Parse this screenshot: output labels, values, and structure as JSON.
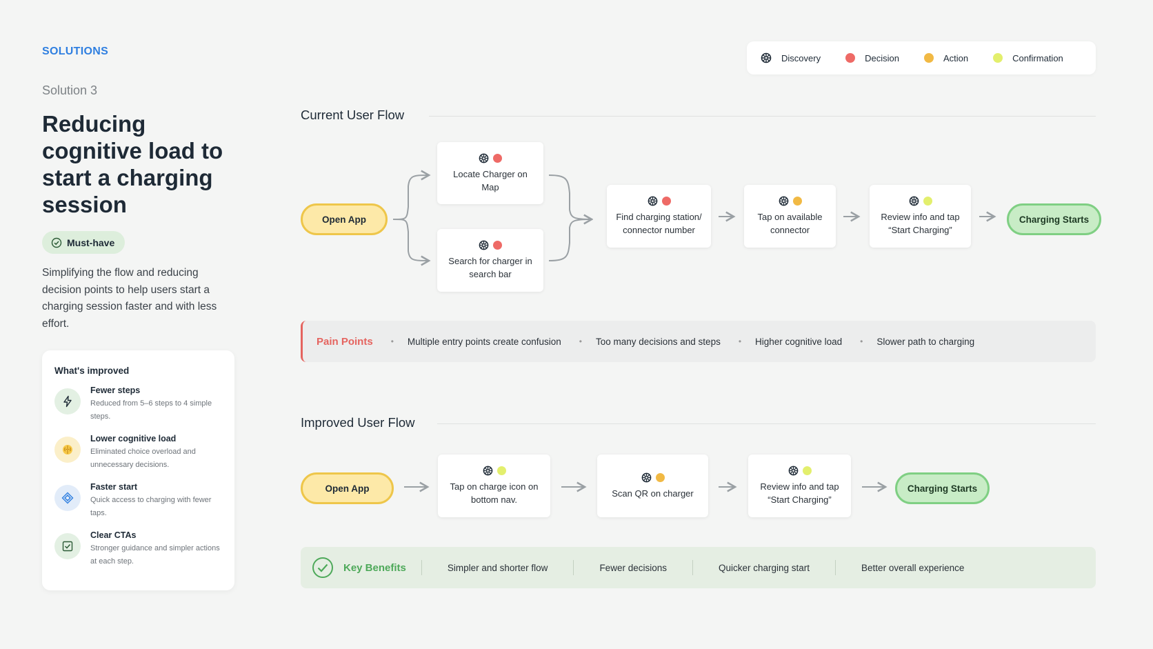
{
  "header": {
    "eyebrow": "SOLUTIONS",
    "subtitle": "Solution 3",
    "title": "Reducing cognitive load to start a charging session",
    "badge": "Must-have",
    "description": "Simplifying the flow and reducing decision points to help users start a charging session faster and with less effort."
  },
  "improved": {
    "title": "What's improved",
    "items": [
      {
        "name": "Fewer steps",
        "detail": "Reduced from 5–6 steps to 4 simple steps.",
        "icon": "lightning-icon",
        "color": "#e3f0e3"
      },
      {
        "name": "Lower cognitive load",
        "detail": "Eliminated choice overload and unnecessary decisions.",
        "icon": "brain-icon",
        "color": "#fbefc9"
      },
      {
        "name": "Faster start",
        "detail": "Quick access to charging with fewer taps.",
        "icon": "target-icon",
        "color": "#e2ecf9"
      },
      {
        "name": "Clear CTAs",
        "detail": "Stronger guidance and simpler actions at each step.",
        "icon": "checkbox-icon",
        "color": "#e3f0e3"
      }
    ]
  },
  "legend": {
    "items": [
      {
        "label": "Discovery",
        "icon": "discovery-icon"
      },
      {
        "label": "Decision",
        "color": "#ee6a66"
      },
      {
        "label": "Action",
        "color": "#f1b944"
      },
      {
        "label": "Confirmation",
        "color": "#e3ef6d"
      }
    ]
  },
  "current_flow": {
    "title": "Current User Flow",
    "start": "Open App",
    "branch_top": "Locate Charger on Map",
    "branch_bottom": "Search for charger in search bar",
    "step_find": "Find charging station/ connector number",
    "step_tap": "Tap on available connector",
    "step_review": "Review info and tap “Start Charging”",
    "end": "Charging Starts"
  },
  "pain_points": {
    "label": "Pain Points",
    "items": [
      "Multiple entry points create confusion",
      "Too many decisions and steps",
      "Higher cognitive load",
      "Slower path to charging"
    ]
  },
  "improved_flow": {
    "title": "Improved User Flow",
    "start": "Open App",
    "step_tap": "Tap on charge icon on bottom nav.",
    "step_scan": "Scan QR on charger",
    "step_review": "Review info and tap “Start Charging”",
    "end": "Charging Starts"
  },
  "key_benefits": {
    "label": "Key Benefits",
    "items": [
      "Simpler and shorter flow",
      "Fewer decisions",
      "Quicker charging start",
      "Better overall experience"
    ]
  },
  "colors": {
    "decision": "#ee6a66",
    "action": "#f1b944",
    "confirmation": "#e3ef6d",
    "accent_blue": "#2f7fe0",
    "success": "#4ea95a"
  }
}
